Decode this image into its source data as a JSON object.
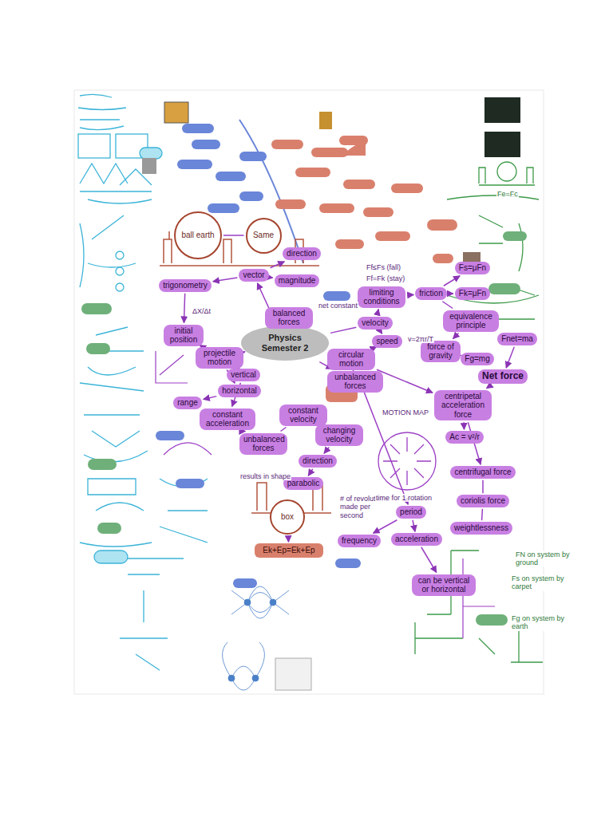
{
  "diagram": {
    "nodes": [
      {
        "text": [
          "Physics Semester 2"
        ]
      },
      {
        "text": [
          "vector"
        ]
      },
      {
        "text": [
          "direction"
        ]
      },
      {
        "text": [
          "magnitude"
        ]
      },
      {
        "text": [
          "balanced forces"
        ]
      },
      {
        "text": [
          "velocity"
        ]
      },
      {
        "text": [
          "speed"
        ]
      },
      {
        "text": [
          "limiting conditions"
        ]
      },
      {
        "text": [
          "friction"
        ]
      },
      {
        "text": [
          "Fs=μFn"
        ]
      },
      {
        "text": [
          "Fk=μFn"
        ]
      },
      {
        "text": [
          "equivalence principle"
        ]
      },
      {
        "text": [
          "force of gravity"
        ]
      },
      {
        "text": [
          "Fg=mg"
        ]
      },
      {
        "text": [
          "Fnet=ma"
        ]
      },
      {
        "text": [
          "Net force"
        ]
      },
      {
        "text": [
          "circular motion"
        ]
      },
      {
        "text": [
          "unbalanced forces"
        ]
      },
      {
        "text": [
          "centripetal acceleration force"
        ]
      },
      {
        "text": [
          "Ac = v²/r"
        ]
      },
      {
        "text": [
          "centrifugal force"
        ]
      },
      {
        "text": [
          "coriolis force"
        ]
      },
      {
        "text": [
          "weightlessness"
        ]
      },
      {
        "text": [
          "trigonometry"
        ]
      },
      {
        "text": [
          "initial position"
        ]
      },
      {
        "text": [
          "projectile motion"
        ]
      },
      {
        "text": [
          "vertical"
        ]
      },
      {
        "text": [
          "horizontal"
        ]
      },
      {
        "text": [
          "range"
        ]
      },
      {
        "text": [
          "constant acceleration"
        ]
      },
      {
        "text": [
          "unbalanced forces"
        ]
      },
      {
        "text": [
          "constant velocity"
        ]
      },
      {
        "text": [
          "changing velocity"
        ]
      },
      {
        "text": [
          "direction"
        ]
      },
      {
        "text": [
          "parabolic"
        ]
      },
      {
        "text": [
          "period"
        ]
      },
      {
        "text": [
          "frequency"
        ]
      },
      {
        "text": [
          "acceleration"
        ]
      },
      {
        "text": [
          "can be vertical or horizontal"
        ]
      },
      {
        "text": [
          "ball earth"
        ]
      },
      {
        "text": [
          "Same"
        ]
      },
      {
        "text": [
          "box"
        ]
      },
      {
        "text": [
          "Ek+Ep=Ek+Ep"
        ]
      }
    ],
    "edges": [
      {
        "from": 0,
        "to": 4,
        "arrow": "none"
      },
      {
        "from": 0,
        "to": 1,
        "arrow": "to"
      },
      {
        "from": 1,
        "to": 2,
        "arrow": "to"
      },
      {
        "from": 1,
        "to": 3,
        "arrow": "to"
      },
      {
        "from": 0,
        "to": 5,
        "arrow": "none"
      },
      {
        "from": 5,
        "to": 6,
        "arrow": "to"
      },
      {
        "from": 5,
        "to": 7,
        "arrow": "to"
      },
      {
        "from": 7,
        "to": 8,
        "arrow": "to"
      },
      {
        "from": 8,
        "to": 9,
        "arrow": "to"
      },
      {
        "from": 8,
        "to": 10,
        "arrow": "to"
      },
      {
        "from": 8,
        "to": 11,
        "arrow": "none"
      },
      {
        "from": 11,
        "to": 12,
        "arrow": "to"
      },
      {
        "from": 12,
        "to": 13,
        "arrow": "none"
      },
      {
        "from": 14,
        "to": 15,
        "arrow": "to"
      },
      {
        "from": 15,
        "to": 18,
        "arrow": "to"
      },
      {
        "from": 16,
        "to": 18,
        "arrow": "to"
      },
      {
        "from": 6,
        "to": 16,
        "arrow": "to"
      },
      {
        "from": 0,
        "to": 17,
        "arrow": "to"
      },
      {
        "from": 17,
        "to": 16,
        "arrow": "none"
      },
      {
        "from": 18,
        "to": 19,
        "arrow": "to"
      },
      {
        "from": 18,
        "to": 20,
        "arrow": "to"
      },
      {
        "from": 20,
        "to": 21,
        "arrow": "none"
      },
      {
        "from": 21,
        "to": 22,
        "arrow": "none"
      },
      {
        "from": 16,
        "to": 35,
        "arrow": "to"
      },
      {
        "from": 35,
        "to": 36,
        "arrow": "to"
      },
      {
        "from": 35,
        "to": 37,
        "arrow": "to"
      },
      {
        "from": 37,
        "to": 38,
        "arrow": "to"
      },
      {
        "from": 1,
        "to": 23,
        "arrow": "to"
      },
      {
        "from": 23,
        "to": 24,
        "arrow": "to"
      },
      {
        "from": 24,
        "to": 25,
        "arrow": "to"
      },
      {
        "from": 0,
        "to": 25,
        "arrow": "to"
      },
      {
        "from": 25,
        "to": 26,
        "arrow": "to"
      },
      {
        "from": 25,
        "to": 27,
        "arrow": "to"
      },
      {
        "from": 27,
        "to": 28,
        "arrow": "to"
      },
      {
        "from": 26,
        "to": 29,
        "arrow": "to"
      },
      {
        "from": 29,
        "to": 30,
        "arrow": "to"
      },
      {
        "from": 30,
        "to": 31,
        "arrow": "none"
      },
      {
        "from": 31,
        "to": 32,
        "arrow": "to"
      },
      {
        "from": 32,
        "to": 33,
        "arrow": "to"
      },
      {
        "from": 33,
        "to": 34,
        "arrow": "to"
      },
      {
        "from": 39,
        "to": 40,
        "arrow": "none"
      },
      {
        "from": 41,
        "to": 42,
        "arrow": "to"
      }
    ],
    "labels": [
      "Ff≤Fs (fall)",
      "Ff=Fk (stay)",
      "net constant",
      "v=2πr/T",
      "MOTION MAP",
      "# of revolutions made per second",
      "time for 1 rotation",
      "results in shape",
      "Fe=Fc",
      "Fg on system by earth",
      "FN on system by ground",
      "Fs on system by carpet",
      "ΔX/Δt"
    ]
  }
}
